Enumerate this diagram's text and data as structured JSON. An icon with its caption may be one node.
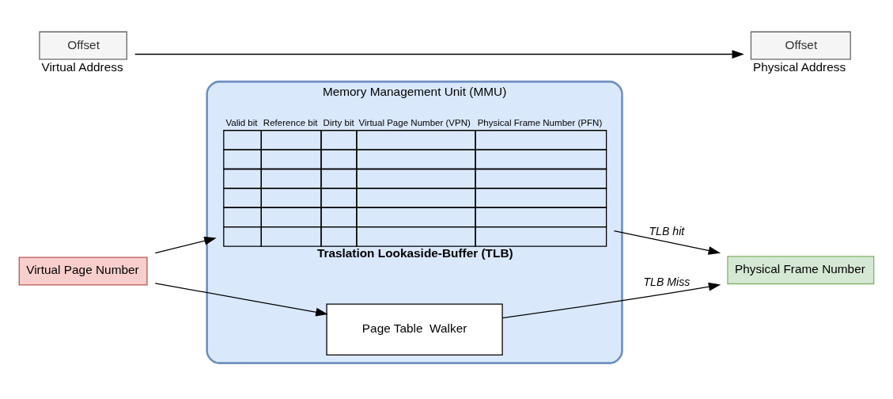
{
  "diagram": {
    "nodes": [
      {
        "text": [
          "Memory Management Unit (MMU)"
        ]
      },
      {
        "text": [
          "Valid bit",
          "Reference bit",
          "Dirty bit",
          "Virtual Page Number (VPN)",
          "Physical Frame Number (PFN)"
        ],
        "beside": [
          "Traslation Lookaside-Buffer (TLB)"
        ],
        "in": 0
      },
      {
        "text": [
          "Page Table  Walker"
        ],
        "in": 0
      },
      {
        "text": [
          "Virtual Page Number"
        ]
      },
      {
        "text": [
          "Offset"
        ],
        "beside": [
          "Virtual Address"
        ]
      },
      {
        "text": [
          "Physical Frame Number"
        ]
      },
      {
        "text": [
          "Offset"
        ],
        "beside": [
          "Physical Address"
        ]
      }
    ],
    "edges": [
      {
        "from": 3,
        "to": 1,
        "arrow": "to"
      },
      {
        "from": 3,
        "to": 2,
        "arrow": "to"
      },
      {
        "from": 4,
        "to": 6,
        "arrow": "to"
      },
      {
        "from": 1,
        "to": 5,
        "arrow": "to",
        "label": "TLB hit"
      },
      {
        "from": 2,
        "to": 5,
        "arrow": "to",
        "label": "TLB Miss"
      }
    ]
  }
}
